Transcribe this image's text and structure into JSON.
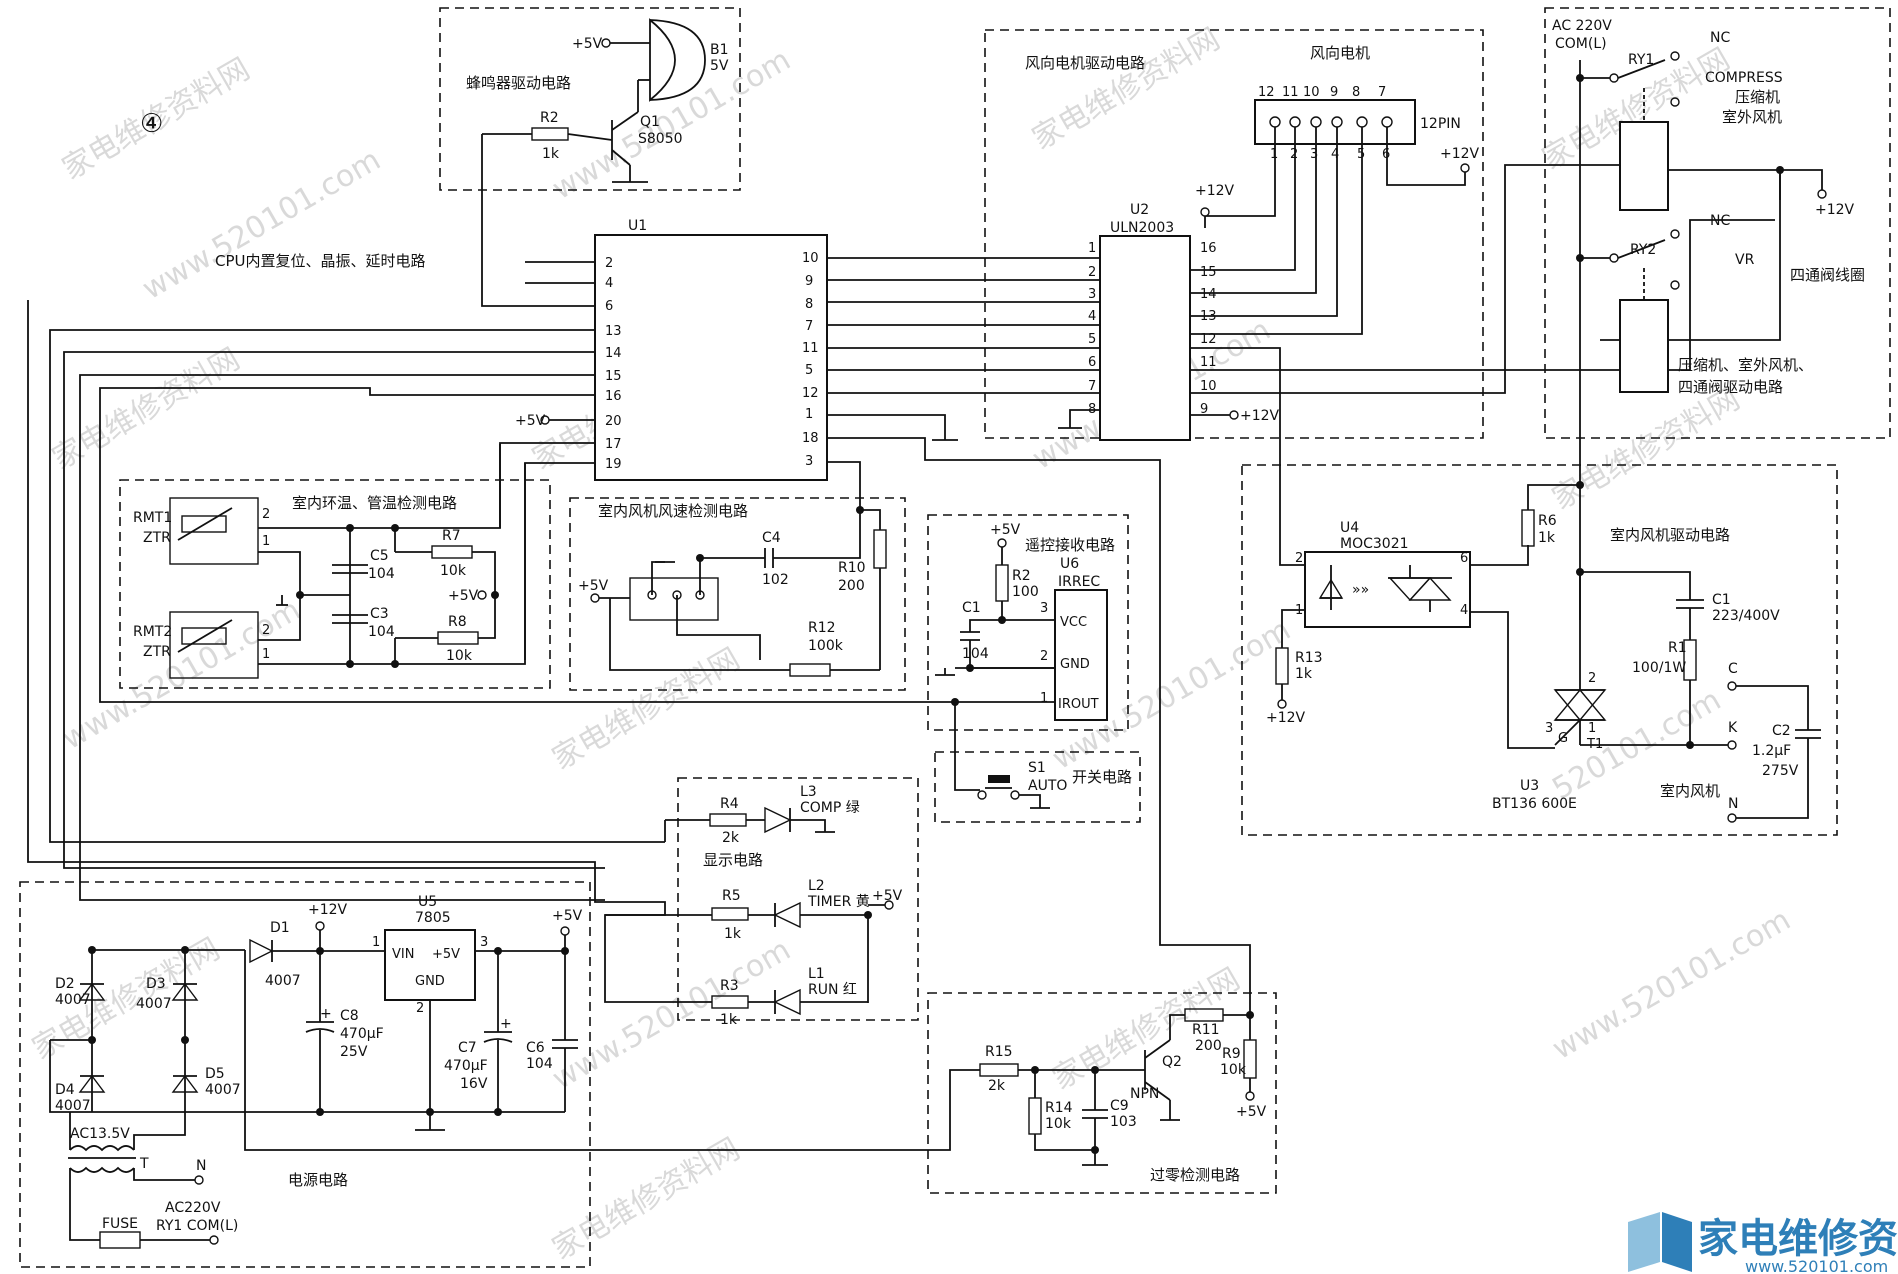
{
  "figure_number": "④",
  "watermark": {
    "text_a": "家电维修资料网",
    "text_b": "www.520101.com",
    "text_c": "520101.com"
  },
  "logo": {
    "title": "家电维修资料网",
    "url": "www.520101.com"
  },
  "sections": {
    "buzzer": "蜂鸣器驱动电路",
    "cpu": "CPU内置复位、晶振、延时电路",
    "wind_motor_drive": "风向电机驱动电路",
    "wind_motor": "风向电机",
    "relay_drive": "压缩机、室外风机、\n四通阀驱动电路",
    "indoor_temp": "室内环温、管温检测电路",
    "fan_speed": "室内风机风速检测电路",
    "ir_receive": "遥控接收电路",
    "indoor_fan_drive": "室内风机驱动电路",
    "switch": "开关电路",
    "display": "显示电路",
    "power": "电源电路",
    "zero_cross": "过零检测电路"
  },
  "components": {
    "b1": {
      "ref": "B1",
      "value": "5V"
    },
    "q1": {
      "ref": "Q1",
      "value": "S8050"
    },
    "r2": {
      "ref": "R2",
      "value": "1k"
    },
    "u1": {
      "ref": "U1"
    },
    "u2": {
      "ref": "U2",
      "value": "ULN2003"
    },
    "conn": {
      "label": "12PIN"
    },
    "ry1": {
      "ref": "RY1"
    },
    "ry2": {
      "ref": "RY2"
    },
    "rmt1": {
      "ref": "RMT1",
      "value": "ZTR"
    },
    "rmt2": {
      "ref": "RMT2",
      "value": "ZTR"
    },
    "c5": {
      "ref": "C5",
      "value": "104"
    },
    "c3": {
      "ref": "C3",
      "value": "104"
    },
    "r7": {
      "ref": "R7",
      "value": "10k"
    },
    "r8": {
      "ref": "R8",
      "value": "10k"
    },
    "c4": {
      "ref": "C4",
      "value": "102"
    },
    "r10": {
      "ref": "R10",
      "value": "200"
    },
    "r12": {
      "ref": "R12",
      "value": "100k"
    },
    "u6": {
      "ref": "U6",
      "value": "IRREC"
    },
    "r2b": {
      "ref": "R2",
      "value": "100"
    },
    "c1b": {
      "ref": "C1",
      "value": "104"
    },
    "s1": {
      "ref": "S1",
      "value": "AUTO"
    },
    "u4": {
      "ref": "U4",
      "value": "MOC3021"
    },
    "r6": {
      "ref": "R6",
      "value": "1k"
    },
    "r13": {
      "ref": "R13",
      "value": "1k"
    },
    "c1": {
      "ref": "C1",
      "value": "223/400V"
    },
    "r1": {
      "ref": "R1",
      "value": "100/1W"
    },
    "c2": {
      "ref": "C2",
      "value": "1.2μF",
      "value2": "275V"
    },
    "u3": {
      "ref": "U3",
      "value": "BT136 600E"
    },
    "l3": {
      "ref": "L3",
      "value": "COMP 绿"
    },
    "l2": {
      "ref": "L2",
      "value": "TIMER 黄"
    },
    "l1": {
      "ref": "L1",
      "value": "RUN 红"
    },
    "r4": {
      "ref": "R4",
      "value": "2k"
    },
    "r5": {
      "ref": "R5",
      "value": "1k"
    },
    "r3": {
      "ref": "R3",
      "value": "1k"
    },
    "d1": {
      "ref": "D1",
      "value": "4007"
    },
    "d2": {
      "ref": "D2",
      "value": "4007"
    },
    "d3": {
      "ref": "D3",
      "value": "4007"
    },
    "d4": {
      "ref": "D4",
      "value": "4007"
    },
    "d5": {
      "ref": "D5",
      "value": "4007"
    },
    "u5": {
      "ref": "U5",
      "value": "7805"
    },
    "c8": {
      "ref": "C8",
      "value": "470μF",
      "value2": "25V"
    },
    "c7": {
      "ref": "C7",
      "value": "470μF",
      "value2": "16V"
    },
    "c6": {
      "ref": "C6",
      "value": "104"
    },
    "t": {
      "ref": "T",
      "value": "AC13.5V"
    },
    "fuse": {
      "ref": "FUSE"
    },
    "r15": {
      "ref": "R15",
      "value": "2k"
    },
    "r14": {
      "ref": "R14",
      "value": "10k"
    },
    "c9": {
      "ref": "C9",
      "value": "103"
    },
    "q2": {
      "ref": "Q2",
      "value": "NPN"
    },
    "r11": {
      "ref": "R11",
      "value": "200"
    },
    "r9": {
      "ref": "R9",
      "value": "10k"
    }
  },
  "labels": {
    "plus5v": "+5V",
    "plus12v": "+12V",
    "ac220_com": "AC 220V",
    "com_l": "COM(L)",
    "nc": "NC",
    "compress": "COMPRESS",
    "compressor": "压缩机",
    "outdoor_fan": "室外风机",
    "vr": "VR",
    "four_way": "四通阀线圈",
    "indoor_fan": "室内风机",
    "c": "C",
    "k": "K",
    "n": "N",
    "vin": "VIN",
    "vout": "+5V",
    "gnd": "GND",
    "vcc": "VCC",
    "irout": "IROUT",
    "ac220": "AC220V",
    "ry1com": "RY1 COM(L)",
    "g": "G",
    "t1": "T1"
  },
  "u1_pins": {
    "left": [
      "2",
      "4",
      "6",
      "13",
      "14",
      "15",
      "16",
      "20",
      "17",
      "19"
    ],
    "right": [
      "10",
      "9",
      "8",
      "7",
      "11",
      "5",
      "12",
      "1",
      "18",
      "3"
    ]
  },
  "u2_pins": {
    "left": [
      "1",
      "2",
      "3",
      "4",
      "5",
      "6",
      "7",
      "8"
    ],
    "right": [
      "16",
      "15",
      "14",
      "13",
      "12",
      "11",
      "10",
      "9"
    ]
  },
  "conn_pins": {
    "top": [
      "12",
      "11",
      "10",
      "9",
      "8",
      "7"
    ],
    "bottom": [
      "1",
      "2",
      "3",
      "4",
      "5",
      "6"
    ]
  }
}
